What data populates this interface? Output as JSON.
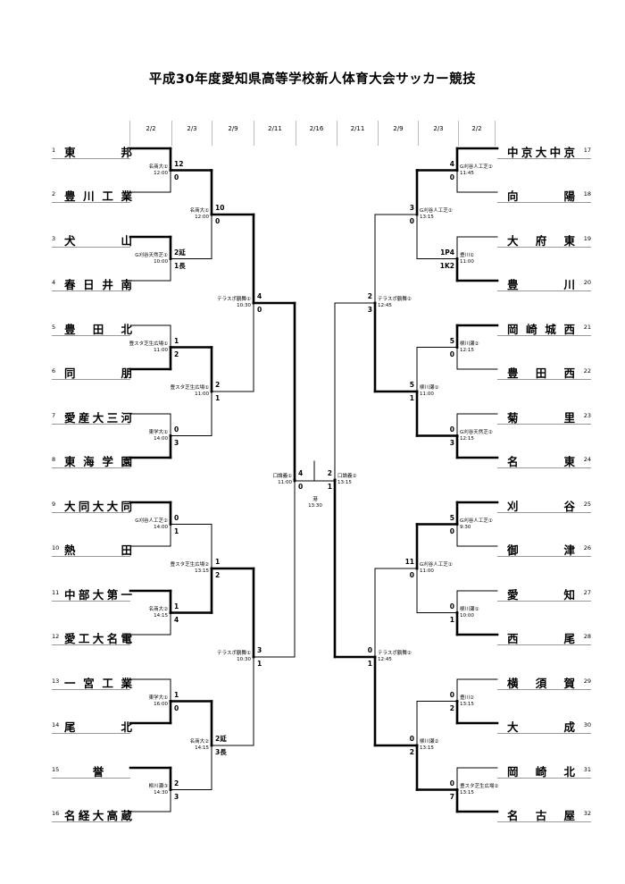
{
  "title": "平成30年度愛知県高等学校新人体育大会サッカー競技",
  "dates": [
    "2/2",
    "2/3",
    "2/9",
    "2/11",
    "2/16",
    "2/11",
    "2/9",
    "2/3",
    "2/2"
  ],
  "left_teams": [
    {
      "num": "1",
      "name": "東邦"
    },
    {
      "num": "2",
      "name": "豊川工業"
    },
    {
      "num": "3",
      "name": "犬山"
    },
    {
      "num": "4",
      "name": "春日井南"
    },
    {
      "num": "5",
      "name": "豊田北"
    },
    {
      "num": "6",
      "name": "同朋"
    },
    {
      "num": "7",
      "name": "愛産大三河"
    },
    {
      "num": "8",
      "name": "東海学園"
    },
    {
      "num": "9",
      "name": "大同大大同"
    },
    {
      "num": "10",
      "name": "熱田"
    },
    {
      "num": "11",
      "name": "中部大第一"
    },
    {
      "num": "12",
      "name": "愛工大名電"
    },
    {
      "num": "13",
      "name": "一宮工業"
    },
    {
      "num": "14",
      "name": "尾北"
    },
    {
      "num": "15",
      "name": "誉"
    },
    {
      "num": "16",
      "name": "名経大高蔵"
    }
  ],
  "right_teams": [
    {
      "num": "17",
      "name": "中京大中京"
    },
    {
      "num": "18",
      "name": "向陽"
    },
    {
      "num": "19",
      "name": "大府東"
    },
    {
      "num": "20",
      "name": "豊川"
    },
    {
      "num": "21",
      "name": "岡崎城西"
    },
    {
      "num": "22",
      "name": "豊田西"
    },
    {
      "num": "23",
      "name": "菊里"
    },
    {
      "num": "24",
      "name": "名東"
    },
    {
      "num": "25",
      "name": "刈谷"
    },
    {
      "num": "26",
      "name": "御津"
    },
    {
      "num": "27",
      "name": "愛知"
    },
    {
      "num": "28",
      "name": "西尾"
    },
    {
      "num": "29",
      "name": "横須賀"
    },
    {
      "num": "30",
      "name": "大成"
    },
    {
      "num": "31",
      "name": "岡崎北"
    },
    {
      "num": "32",
      "name": "名古屋"
    }
  ],
  "matches": [
    {
      "venue": "名商大①",
      "time": "12:00",
      "s1": "12",
      "s2": "0"
    },
    {
      "venue": "G刈谷天然芝①",
      "time": "10:00",
      "s1": "2延",
      "s2": "1長"
    },
    {
      "venue": "豊スタ芝生広場①",
      "time": "11:00",
      "s1": "1",
      "s2": "2"
    },
    {
      "venue": "東学大①",
      "time": "14:00",
      "s1": "0",
      "s2": "3"
    },
    {
      "venue": "G刈谷人工芝②",
      "time": "14:00",
      "s1": "0",
      "s2": "1"
    },
    {
      "venue": "名商大②",
      "time": "14:15",
      "s1": "1",
      "s2": "4"
    },
    {
      "venue": "東学大①",
      "time": "16:00",
      "s1": "1",
      "s2": "0"
    },
    {
      "venue": "柳川瀬③",
      "time": "14:30",
      "s1": "2",
      "s2": "3"
    },
    {
      "venue": "名商大①",
      "time": "12:00",
      "s1": "10",
      "s2": "0"
    },
    {
      "venue": "豊スタ芝生広場①",
      "time": "11:00",
      "s1": "2",
      "s2": "1"
    },
    {
      "venue": "豊スタ芝生広場②",
      "time": "13:15",
      "s1": "1",
      "s2": "2"
    },
    {
      "venue": "名商大②",
      "time": "14:15",
      "s1": "2延",
      "s2": "3長"
    },
    {
      "venue": "テラスポ鶴舞①",
      "time": "10:30",
      "s1": "4",
      "s2": "0"
    },
    {
      "venue": "テラスポ鶴舞①",
      "time": "10:30",
      "s1": "3",
      "s2": "1"
    },
    {
      "venue": "口論義①",
      "time": "11:00",
      "s1": "4",
      "s2": "0"
    },
    {
      "venue": "G刈谷人工芝②",
      "time": "11:45",
      "s1": "4",
      "s2": "0"
    },
    {
      "venue": "豊川①",
      "time": "11:00",
      "s1": "1P4",
      "s2": "1K2"
    },
    {
      "venue": "柳川瀬②",
      "time": "12:15",
      "s1": "5",
      "s2": "0"
    },
    {
      "venue": "G刈谷天然芝②",
      "time": "12:15",
      "s1": "0",
      "s2": "3"
    },
    {
      "venue": "G刈谷人工芝①",
      "time": "9:30",
      "s1": "5",
      "s2": "0"
    },
    {
      "venue": "柳川瀬①",
      "time": "10:00",
      "s1": "0",
      "s2": "1"
    },
    {
      "venue": "豊川②",
      "time": "13:15",
      "s1": "0",
      "s2": "2"
    },
    {
      "venue": "豊スタ芝生広場②",
      "time": "13:15",
      "s1": "0",
      "s2": "7"
    },
    {
      "venue": "G刈谷人工芝②",
      "time": "13:15",
      "s1": "3",
      "s2": "0"
    },
    {
      "venue": "柳川瀬①",
      "time": "11:00",
      "s1": "5",
      "s2": "1"
    },
    {
      "venue": "G刈谷人工芝①",
      "time": "11:00",
      "s1": "11",
      "s2": "0"
    },
    {
      "venue": "柳川瀬②",
      "time": "13:15",
      "s1": "0",
      "s2": "2"
    },
    {
      "venue": "テラスポ鶴舞②",
      "time": "12:45",
      "s1": "2",
      "s2": "3"
    },
    {
      "venue": "テラスポ鶴舞②",
      "time": "12:45",
      "s1": "0",
      "s2": "1"
    },
    {
      "venue": "口論義②",
      "time": "13:15",
      "s1": "2",
      "s2": "1"
    },
    {
      "venue": "港",
      "time": "13:30",
      "s1": "",
      "s2": ""
    }
  ]
}
